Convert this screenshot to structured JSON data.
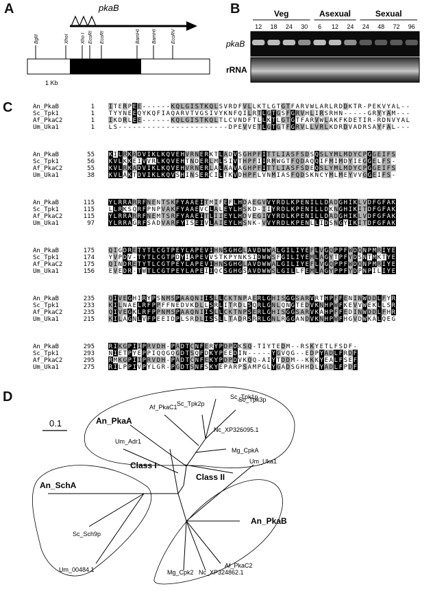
{
  "panels": {
    "a": "A",
    "b": "B",
    "c": "C",
    "d": "D"
  },
  "panel_a": {
    "gene": "pkaB",
    "sites": [
      "BglII",
      "XhoI",
      "Xho I",
      "EcoRI",
      "EcoRI",
      "BamHI",
      "BamHI",
      "EcoRV"
    ],
    "scale_label": "1 Kb"
  },
  "panel_b": {
    "groups": [
      {
        "name": "Veg",
        "lanes": [
          "12",
          "18",
          "24",
          "30"
        ]
      },
      {
        "name": "Asexual",
        "lanes": [
          "6",
          "12",
          "24"
        ]
      },
      {
        "name": "Sexual",
        "lanes": [
          "24",
          "48",
          "72",
          "96"
        ]
      }
    ],
    "row_labels": [
      "pkaB",
      "rRNA"
    ]
  },
  "panel_c": {
    "blocks": [
      {
        "rows": [
          {
            "name": "An_PkaB",
            "start": "1",
            "seq": "ITERPEE------KQLGISTKQLSVRDFVLLKTLGTGTFARVWLARLRDDKTR-PEKVYAL"
          },
          {
            "name": "Sc_Tpk1",
            "start": "1",
            "seq": "TYYNEEQYKQFIAQARVTVGSIVYKNFQILRTLGTGSFGRVHLIRSRHN-----GRYYAM"
          },
          {
            "name": "Af_PkaC2",
            "start": "1",
            "seq": "IKDRLEE------KQLGISTKQLTLCVNDFTLLKTLGTGTFARVWLAKFKDETIR-RDNVYAL"
          },
          {
            "name": "Um_Uka1",
            "start": "1",
            "seq": "LS-----------------------DPEVVETLGTGTFGRVLLVRLKDRDVADRSAYFAL"
          }
        ]
      },
      {
        "rows": [
          {
            "name": "An_PkaB",
            "start": "55",
            "seq": "KILRKADVIKLKQVEHVRNERKTLADVSGHPFITTLIASFSDSQSLYMLMDYCPGGEIFS"
          },
          {
            "name": "Sc_Tpk1",
            "start": "56",
            "seq": "KVLKKEIVVRLKQVEHTNDERLMLSIVTHPFIIRMWGTFQDAQQIFMIMDYIEGGELFS"
          },
          {
            "name": "Af_PkaC2",
            "start": "55",
            "seq": "KVLRKADVIKLKQVEHVRNERLALAAVAGHPFITTLIASFSDEQSLYMLMDYCPGGEIFS"
          },
          {
            "name": "Um_Uka1",
            "start": "38",
            "seq": "KVLAKTDVIKLKQVSHINSERCILTKVDHPFLVNMIASFQDSKNCYMLMEYVVGGEIFS"
          }
        ]
      },
      {
        "rows": [
          {
            "name": "An_PkaB",
            "start": "115",
            "seq": "YLRRARRFNENTSKFYAAEITMIFEFLHDAEGVVYRDLKPENILLDADGHIKLVDFGFAK"
          },
          {
            "name": "Sc_Tpk1",
            "start": "115",
            "seq": "LLRKSQRFPNPVAKFYAAEVCLALEYLHSKD-IIYRDLKPENILLDKNGHIKITDFGFAK"
          },
          {
            "name": "Af_PkaC2",
            "start": "115",
            "seq": "YLRRARRFNEMTSRFYAAEITLIIEYLHDVEGIVYRDLKPENILLDADGHIKLVDFGFAK"
          },
          {
            "name": "Um_Uka1",
            "start": "97",
            "seq": "YLRRAGRFSADVARFYISEIVLAIEYLHSNK-VVYRDLKPENLLIDSNGYIKITDFGFAK"
          }
        ]
      },
      {
        "rows": [
          {
            "name": "An_PkaB",
            "start": "175",
            "seq": "QIGDRETYTLCGTPEYLAPEVIHNSGHGLAVDWWALGILIYEFLVGQPPFWDQNPMRIYE"
          },
          {
            "name": "Sc_Tpk1",
            "start": "174",
            "seq": "YVPDV-TYTLCGTPDYIAPEVVSTKPYNKSIDWWSFGILIYEMLAGYTPFYDSNTMKTYE"
          },
          {
            "name": "Af_PkaC2",
            "start": "175",
            "seq": "QINDRETYTLCGTPEYLAPEVIHNSGHGLAVDWWALGILIYEFLVGQPPFWDQNPMRIYE"
          },
          {
            "name": "Um_Uka1",
            "start": "156",
            "seq": "EVEDR-TWTLCGTPEYLAPEIIQCSGHGSAVDWWSLGILLFEMLAGYPPFYDPNPILIYE"
          }
        ]
      },
      {
        "rows": [
          {
            "name": "An_PkaB",
            "start": "235",
            "seq": "QIVEGHIRYPSNMSPAAQNIISLLCKTNPAERLGHISGGSARVRTHPFFENINWDDLFYR"
          },
          {
            "name": "Sc_Tpk1",
            "start": "233",
            "seq": "KILNAELRFPPFFNEDVKDLLSRLITRDLSQRLGNLQNGTEDVKNHPWFKEVVWEKLLSR"
          },
          {
            "name": "Af_PkaC2",
            "start": "235",
            "seq": "QIVEGKLRFPPNMSPAAQNIISLLCKTNPSERLGHISGGSARVKAHPFFEDINWDDLFHR"
          },
          {
            "name": "Um_Uka1",
            "start": "215",
            "seq": "KILAGNLVFPEEIDPLSRDLISSLLTADRSRRLGNLRGGANDVKNHPWFHGVDWKALQEG"
          }
        ]
      },
      {
        "rows": [
          {
            "name": "An_PkaB",
            "start": "295",
            "seq": "RIKGPIIPRVDH-PADTCNFERYPDPDKSQ-TIYTEDM--RSKYETLFSDF"
          },
          {
            "name": "Sc_Tpk1",
            "start": "293",
            "seq": "NIETPYEPPIQQGQGDTSQFDKYPEEDIN-----YGVQG--EDPYADLFRDF"
          },
          {
            "name": "Af_PkaC2",
            "start": "295",
            "seq": "RMKGPIIPRVDH-PADTCNFEKYPDPDVKQQ-AIYTDDM--KKKYEALFSEF"
          },
          {
            "name": "Um_Uka1",
            "start": "275",
            "seq": "RILPPIVPYLGR-PGDTSNFSKYEPARPSAMPGLYGADSGHHDLYADLFPDF"
          }
        ]
      }
    ]
  },
  "panel_d": {
    "scale_label": "0.1",
    "clades": [
      "Class I",
      "Class II"
    ],
    "taxa": [
      {
        "label": "Sc_Tpk1p",
        "bold": false
      },
      {
        "label": "Sc_Tpk2p",
        "bold": false
      },
      {
        "label": "Sc_Tpk3p",
        "bold": false
      },
      {
        "label": "Af_PkaC1",
        "bold": false
      },
      {
        "label": "An_PkaA",
        "bold": true
      },
      {
        "label": "Nc_XP326095.1",
        "bold": false
      },
      {
        "label": "Um_Adr1",
        "bold": false
      },
      {
        "label": "Mg_CpkA",
        "bold": false
      },
      {
        "label": "An_SchA",
        "bold": true
      },
      {
        "label": "Sc_Sch9p",
        "bold": false
      },
      {
        "label": "Um_00484.1",
        "bold": false
      },
      {
        "label": "Um_Uka1",
        "bold": false
      },
      {
        "label": "An_PkaB",
        "bold": true
      },
      {
        "label": "Af_PkaC2",
        "bold": false
      },
      {
        "label": "Mg_Cpk2",
        "bold": false
      },
      {
        "label": "Nc_XP324862.1",
        "bold": false
      }
    ]
  }
}
